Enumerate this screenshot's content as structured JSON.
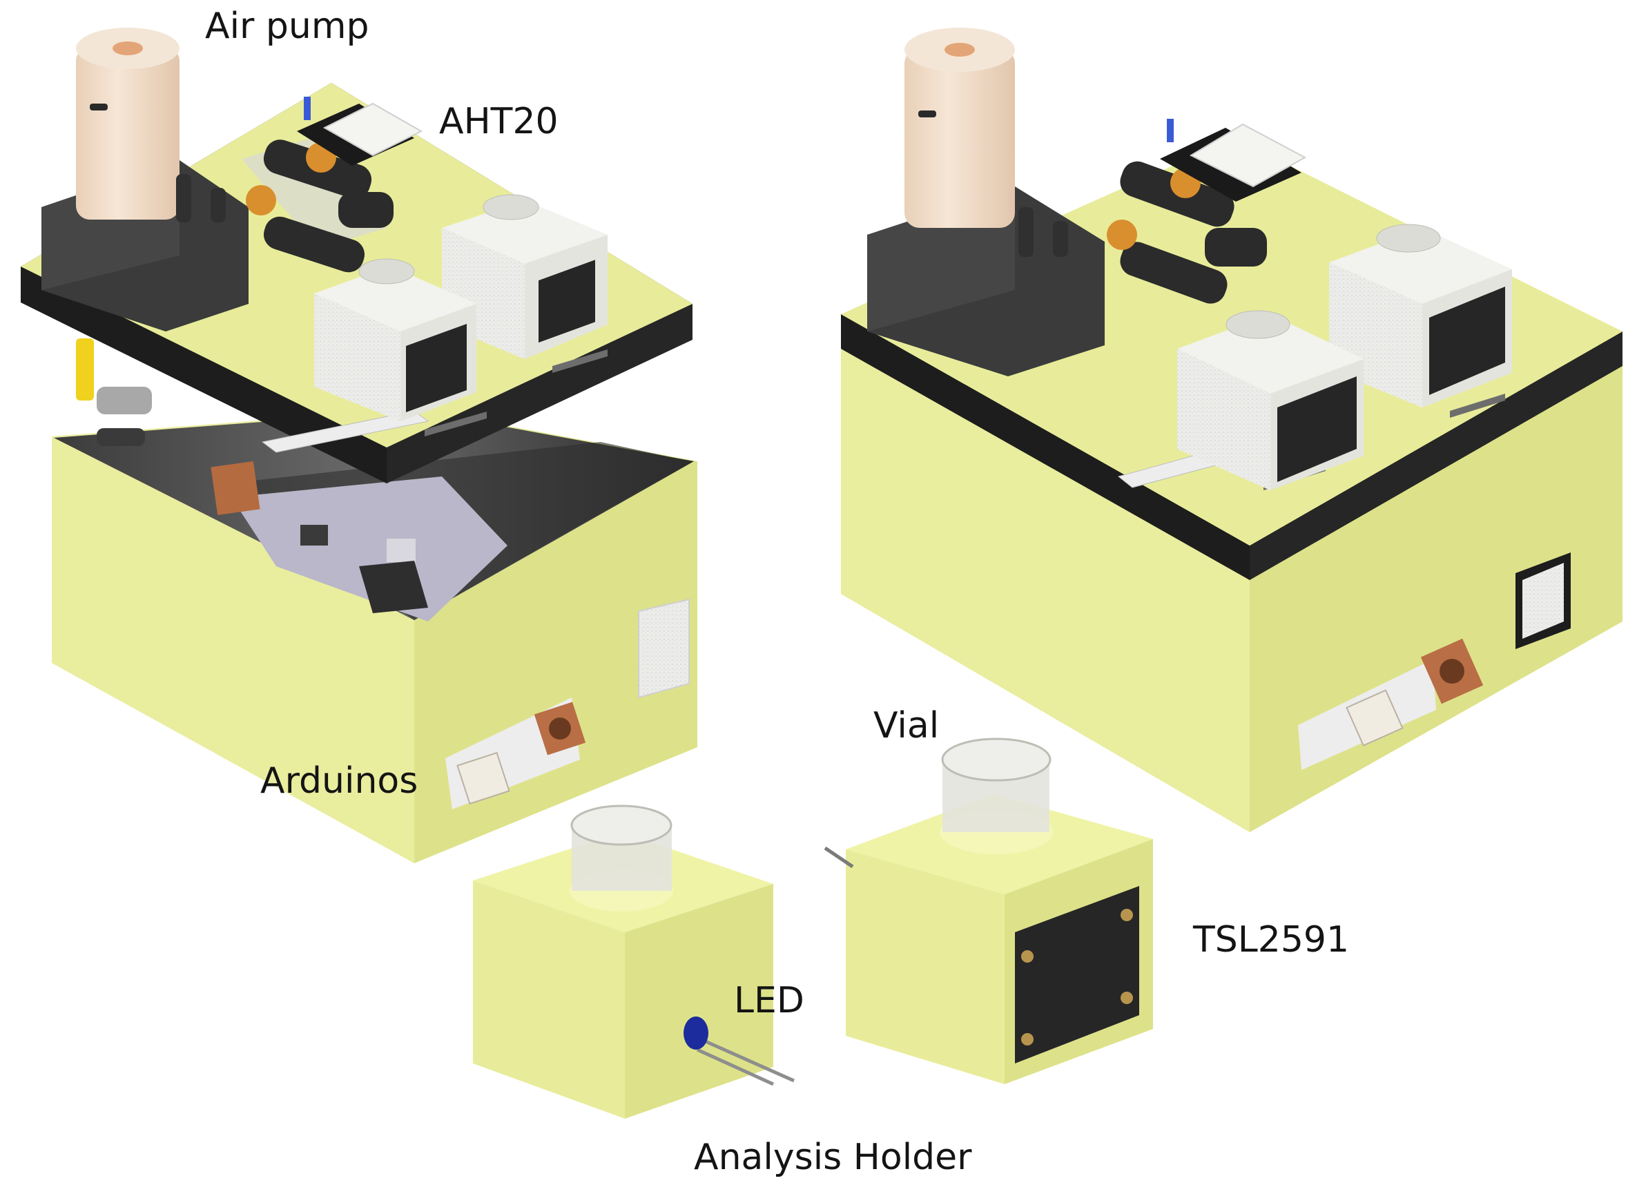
{
  "labels": {
    "air_pump": "Air pump",
    "aht20": "AHT20",
    "arduinos": "Arduinos",
    "vial": "Vial",
    "tsl2591": "TSL2591",
    "led": "LED",
    "analysis_holder": "Analysis Holder"
  },
  "colors": {
    "enclosure": "#e8ec9a",
    "enclosure_side": "#d9de84",
    "plate_edge": "#1d1d1d",
    "pump_body": "#f2ddc8",
    "pump_base": "#3a3b3a",
    "fitting": "#d98f2e",
    "sensor_block": "#e9e9e4",
    "sensor_board": "#262626",
    "pcb": "#b9b7c9",
    "led": "#1c2c9c",
    "copper": "#b96e45"
  }
}
